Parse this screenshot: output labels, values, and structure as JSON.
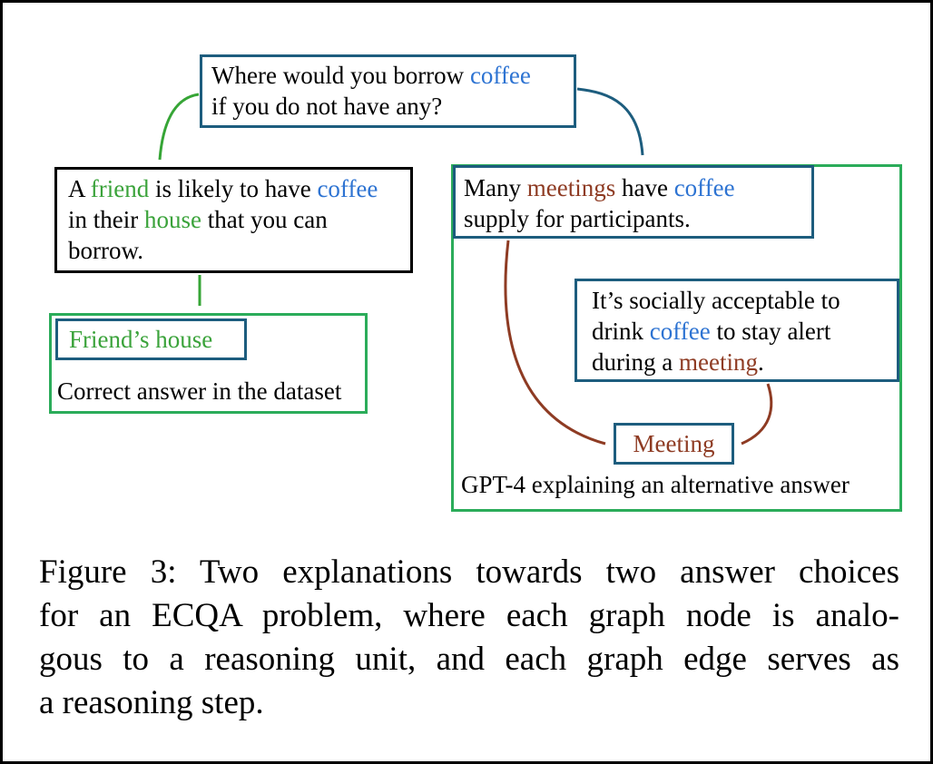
{
  "colors": {
    "blue": "#2d73d2",
    "green_text": "#3ba33b",
    "dark_red": "#8e3b23",
    "teal": "#1d5d7e",
    "green_box": "#2bac5a",
    "green_arrow": "#36a536",
    "ink": "#000000"
  },
  "nodes": {
    "question": {
      "segments": [
        {
          "t": "Where would you borrow "
        },
        {
          "t": "coffee",
          "c": "blue"
        },
        {
          "br": true
        },
        {
          "t": "if you do not have any?"
        }
      ]
    },
    "dataset_explanation": {
      "segments": [
        {
          "t": "A "
        },
        {
          "t": "friend",
          "c": "green"
        },
        {
          "t": " is likely to have "
        },
        {
          "t": "coffee",
          "c": "blue"
        },
        {
          "br": true
        },
        {
          "t": "in their "
        },
        {
          "t": "house",
          "c": "green"
        },
        {
          "t": " that you can"
        },
        {
          "br": true
        },
        {
          "t": "borrow."
        }
      ]
    },
    "friends_house": {
      "segments": [
        {
          "t": "Friend’s house",
          "c": "green"
        }
      ]
    },
    "gpt4_explanation_1": {
      "segments": [
        {
          "t": "Many "
        },
        {
          "t": "meetings",
          "c": "red"
        },
        {
          "t": " have "
        },
        {
          "t": "coffee",
          "c": "blue"
        },
        {
          "br": true
        },
        {
          "t": "supply for participants."
        }
      ]
    },
    "gpt4_explanation_2": {
      "segments": [
        {
          "t": "It’s socially acceptable to"
        },
        {
          "br": true
        },
        {
          "t": "drink "
        },
        {
          "t": "coffee",
          "c": "blue"
        },
        {
          "t": " to stay alert"
        },
        {
          "br": true
        },
        {
          "t": "during a "
        },
        {
          "t": "meeting",
          "c": "red"
        },
        {
          "t": "."
        }
      ]
    },
    "meeting": {
      "segments": [
        {
          "t": "Meeting",
          "c": "red"
        }
      ]
    }
  },
  "labels": {
    "dataset_group": "Correct answer in the dataset",
    "gpt4_group": "GPT-4 explaining an alternative answer"
  },
  "edges": [
    {
      "from": "question",
      "to": "dataset_explanation",
      "color": "green"
    },
    {
      "from": "question",
      "to": "gpt4_explanation_1",
      "color": "teal"
    },
    {
      "from": "dataset_explanation",
      "to": "friends_house",
      "color": "green"
    },
    {
      "from": "gpt4_explanation_1",
      "to": "meeting",
      "color": "dark_red"
    },
    {
      "from": "gpt4_explanation_2",
      "to": "meeting",
      "color": "dark_red"
    }
  ],
  "caption": {
    "lines": [
      "Figure 3: Two explanations towards two answer choices",
      "for an ECQA problem, where each graph node is analo-",
      "gous to a reasoning unit, and each graph edge serves as",
      "a reasoning step."
    ]
  }
}
